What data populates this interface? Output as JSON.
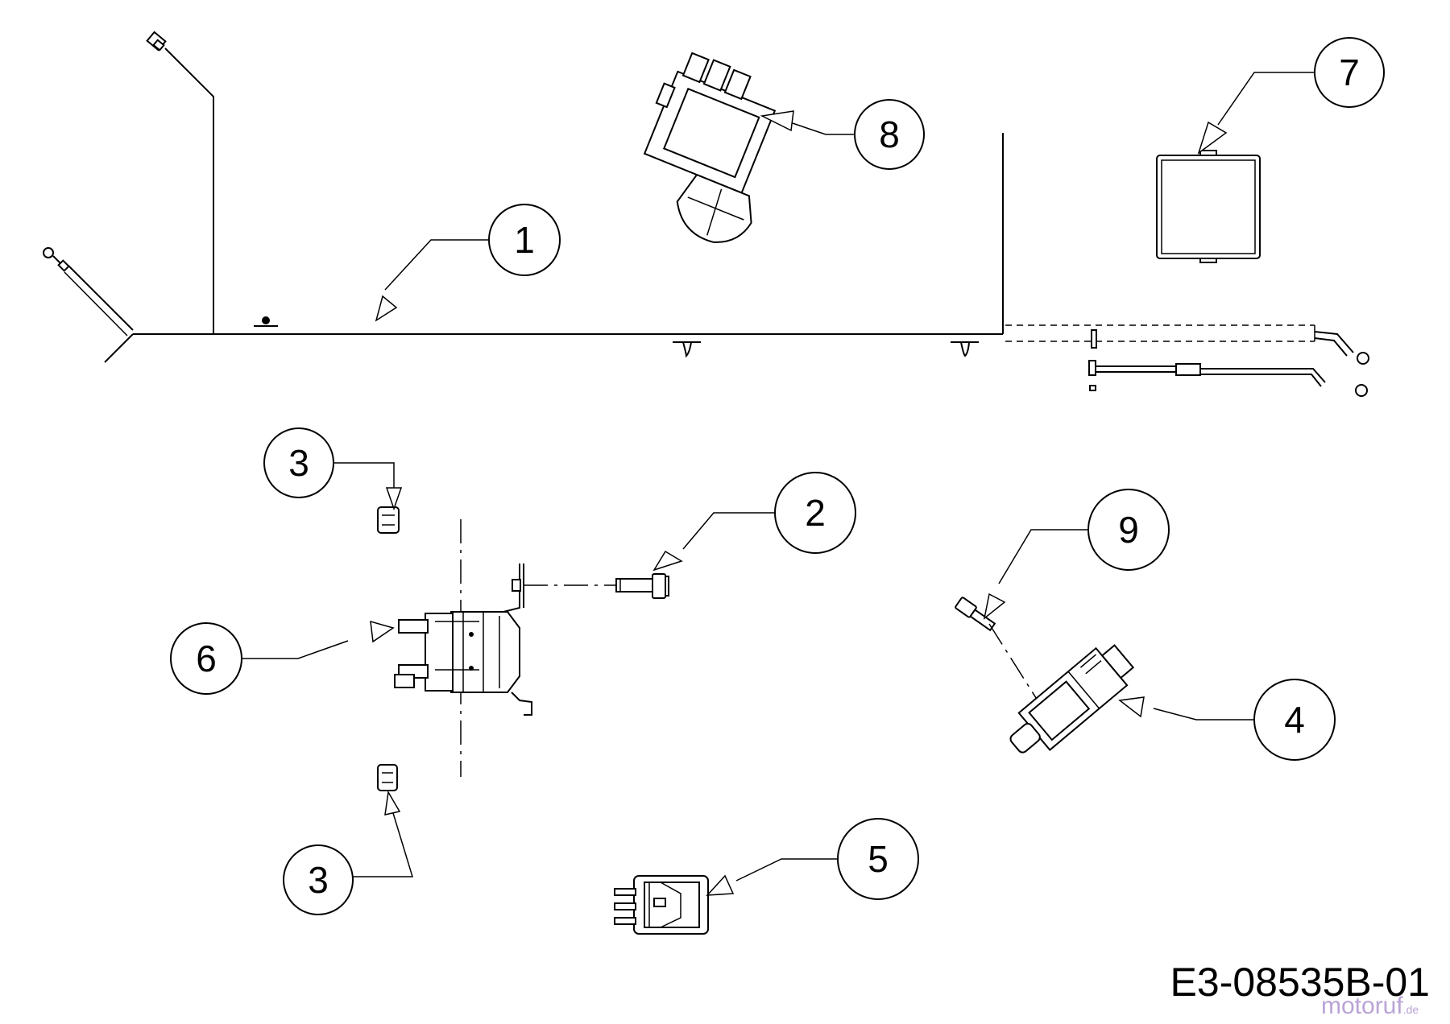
{
  "callouts": {
    "c1": "1",
    "c2": "2",
    "c3a": "3",
    "c3b": "3",
    "c4": "4",
    "c5": "5",
    "c6": "6",
    "c7": "7",
    "c8": "8",
    "c9": "9"
  },
  "drawing_code": "E3-08535B-01",
  "watermark": {
    "main": "motoruf",
    "suffix": ".de",
    "color": "#b9a3d6"
  }
}
